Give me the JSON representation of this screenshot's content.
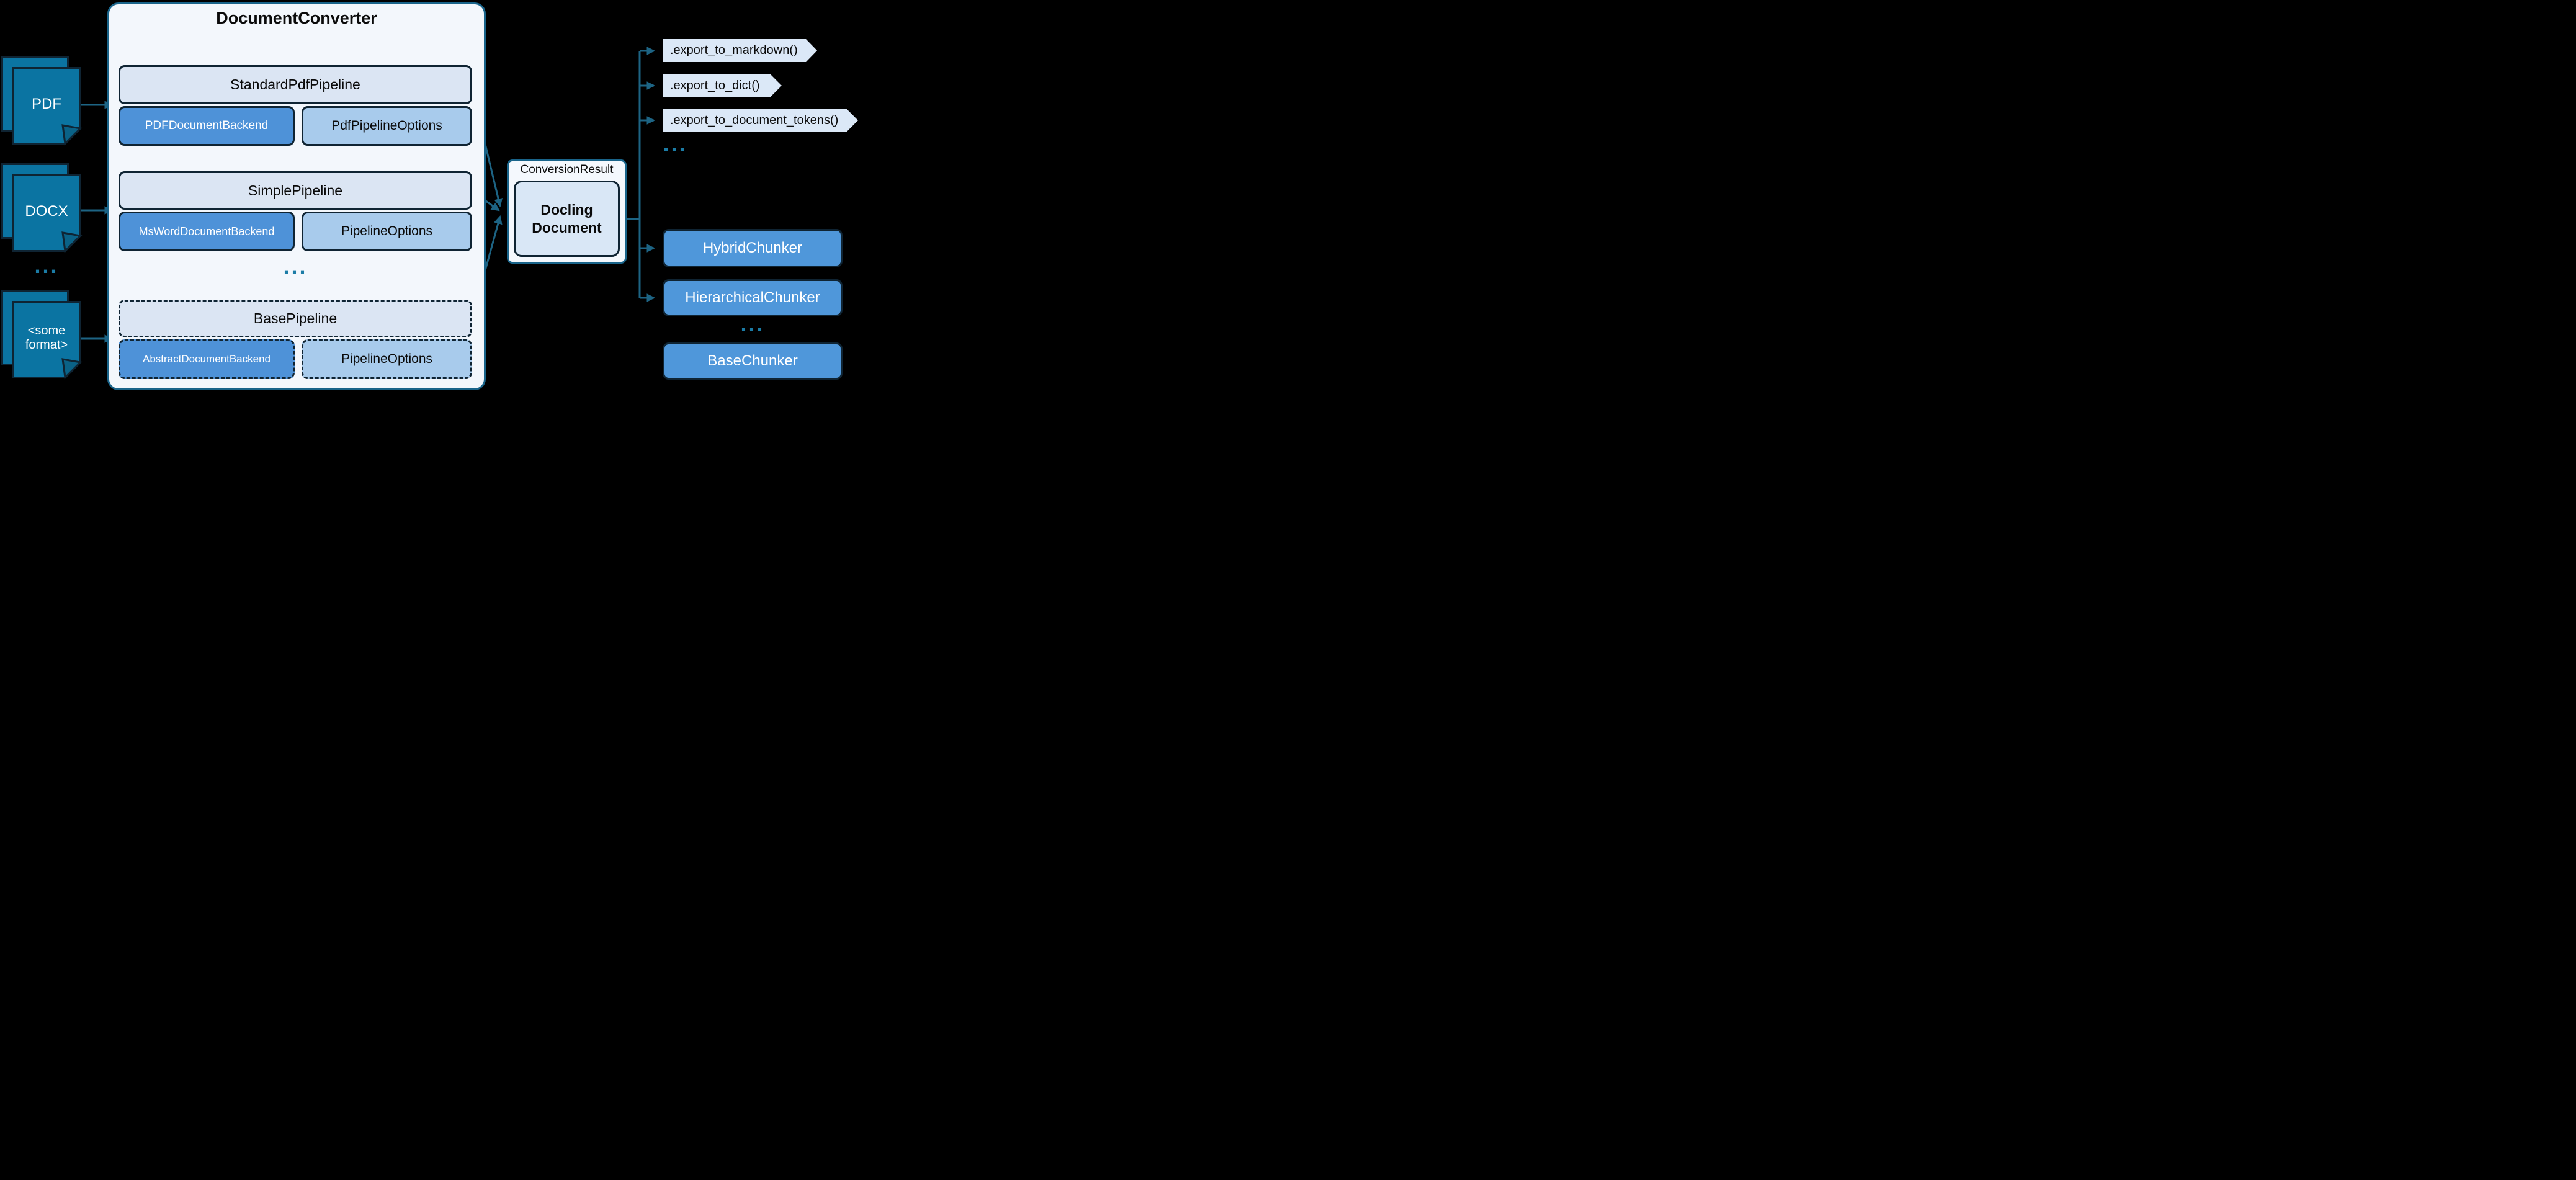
{
  "sources": [
    {
      "label": "PDF"
    },
    {
      "label": "DOCX"
    },
    {
      "label": "<some format>"
    }
  ],
  "sources_ellipsis": "...",
  "converter": {
    "title": "DocumentConverter",
    "rows": [
      {
        "pipeline": "StandardPdfPipeline",
        "backend": "PDFDocumentBackend",
        "options": "PdfPipelineOptions"
      },
      {
        "pipeline": "SimplePipeline",
        "backend": "MsWordDocumentBackend",
        "options": "PipelineOptions"
      },
      {
        "pipeline": "BasePipeline",
        "backend": "AbstractDocumentBackend",
        "options": "PipelineOptions"
      }
    ],
    "rows_ellipsis": "..."
  },
  "result": {
    "title": "ConversionResult",
    "document": "Docling Document"
  },
  "exports": [
    {
      "label": ".export_to_markdown()"
    },
    {
      "label": ".export_to_dict()"
    },
    {
      "label": ".export_to_document_tokens()"
    }
  ],
  "exports_ellipsis": "...",
  "chunkers": [
    {
      "label": "HybridChunker"
    },
    {
      "label": "HierarchicalChunker"
    }
  ],
  "chunkers_ellipsis": "...",
  "base_chunker": {
    "label": "BaseChunker"
  },
  "colors": {
    "background": "#000000",
    "document_fill": "#0b74a2",
    "dark_border": "#0f2433",
    "container_fill": "#f3f7fc",
    "container_border": "#19648a",
    "pipeline_fill": "#dbe5f3",
    "backend_fill": "#4e92d8",
    "options_fill": "#a8cbec",
    "docling_fill": "#d9e7f6",
    "tag_fill": "#dbe8f7",
    "chunker_fill": "#4f97da",
    "line": "#1d6484",
    "ellipsis": "#1b7ca6"
  }
}
